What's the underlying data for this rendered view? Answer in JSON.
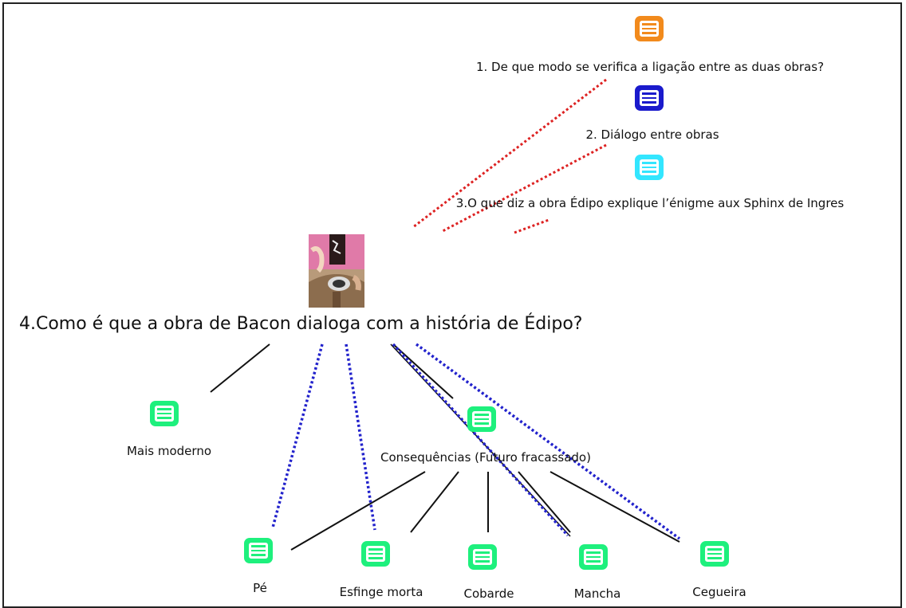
{
  "colors": {
    "orange": "#f28a1c",
    "blue": "#1a1acc",
    "cyan": "#33e6ff",
    "green": "#1ef07d",
    "red_link": "#dd2222",
    "blue_link": "#2222cc",
    "black_link": "#111111"
  },
  "questions": {
    "q1": "1. De que modo se verifica a ligação entre as duas obras?",
    "q2": "2. Diálogo entre obras",
    "q3": "3.O que diz a obra Édipo explique l’énigme aux Sphinx de Ingres",
    "q4": "4.Como é que a obra de Bacon dialoga com a história de Édipo?"
  },
  "nodes": {
    "mais_moderno": "Mais moderno",
    "consequencias": "Consequências (Futuro fracassado)",
    "pe": "Pé",
    "esfinge_morta": "Esfinge morta",
    "cobarde": "Cobarde",
    "mancha": "Mancha",
    "cegueira": "Cegueira"
  },
  "icons": {
    "node": "note-icon",
    "painting": "painting-thumbnail"
  }
}
